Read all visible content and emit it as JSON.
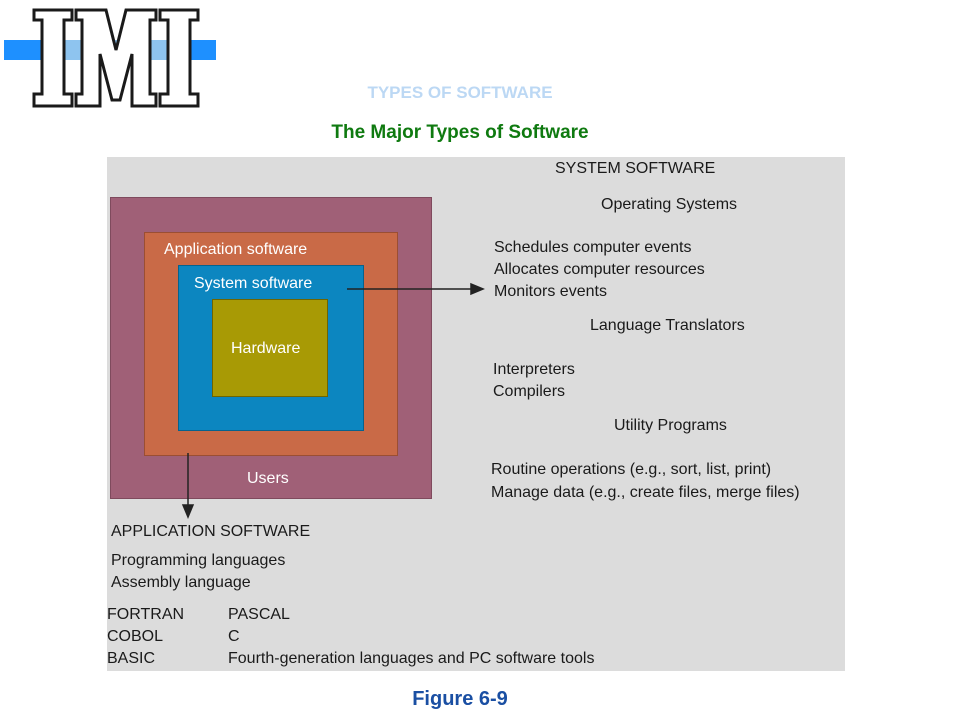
{
  "logo": {
    "text": "IMI"
  },
  "header": {
    "title": "TYPES OF SOFTWARE",
    "subtitle": "The Major Types of Software"
  },
  "diagram": {
    "layers": {
      "users": "Users",
      "application": "Application software",
      "system": "System software",
      "hardware": "Hardware"
    },
    "system_software": {
      "heading": "SYSTEM SOFTWARE",
      "operating_systems": {
        "heading": "Operating Systems",
        "items": [
          "Schedules computer events",
          "Allocates computer resources",
          "Monitors events"
        ]
      },
      "language_translators": {
        "heading": "Language Translators",
        "items": [
          "Interpreters",
          "Compilers"
        ]
      },
      "utility_programs": {
        "heading": "Utility Programs",
        "items": [
          "Routine operations (e.g., sort, list, print)",
          "Manage data (e.g., create files, merge files)"
        ]
      }
    },
    "application_software": {
      "heading": "APPLICATION SOFTWARE",
      "items": [
        "Programming languages",
        "Assembly language"
      ],
      "languages": {
        "left": [
          "FORTRAN",
          "COBOL",
          "BASIC"
        ],
        "right": [
          "PASCAL",
          "C",
          "Fourth-generation languages and PC software tools"
        ]
      }
    }
  },
  "caption": "Figure 6-9",
  "colors": {
    "users": "#a06077",
    "application": "#c96a47",
    "system": "#0c86c0",
    "hardware": "#a89a05",
    "panel": "#dcdcdc",
    "subtitle": "#0f7a10",
    "caption": "#1a4fa3"
  }
}
